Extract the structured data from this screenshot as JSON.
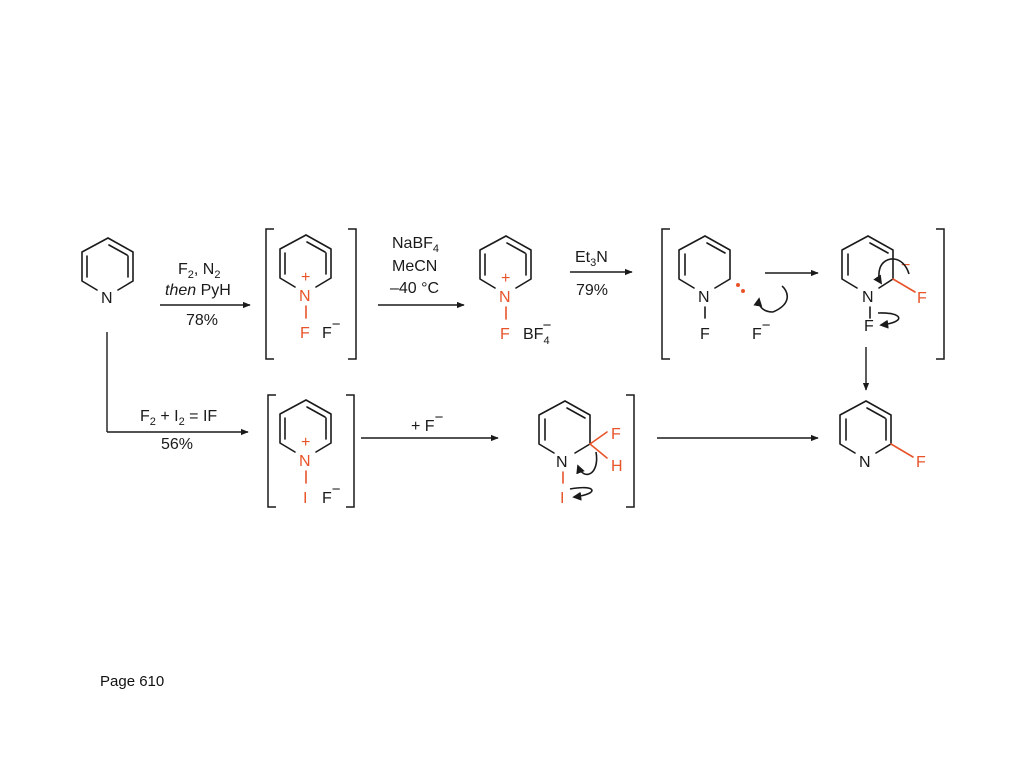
{
  "atoms": {
    "N": "N",
    "F": "F",
    "I": "I",
    "H": "H",
    "plus": "+",
    "minus": "−"
  },
  "ions": {
    "fluoride": "F",
    "bf4_base": "BF",
    "bf4_sub": "4"
  },
  "step1": {
    "line1_a": "F",
    "line1_sub1": "2",
    "line1_b": ", N",
    "line1_sub2": "2",
    "line2_italic": "then",
    "line2_rest": " PyH",
    "yield": "78%"
  },
  "step2": {
    "line1_a": "NaBF",
    "line1_sub": "4",
    "line2": "MeCN",
    "line3": "–40 °C"
  },
  "step3": {
    "line1_a": "Et",
    "line1_sub": "3",
    "line1_b": "N",
    "yield": "79%"
  },
  "step_lower": {
    "line1_a": "F",
    "line1_sub1": "2",
    "line1_b": " + I",
    "line1_sub2": "2",
    "line1_c": " = IF",
    "yield": "56%"
  },
  "step_addition": {
    "label": "+ F"
  },
  "footer": {
    "page": "Page 610"
  }
}
